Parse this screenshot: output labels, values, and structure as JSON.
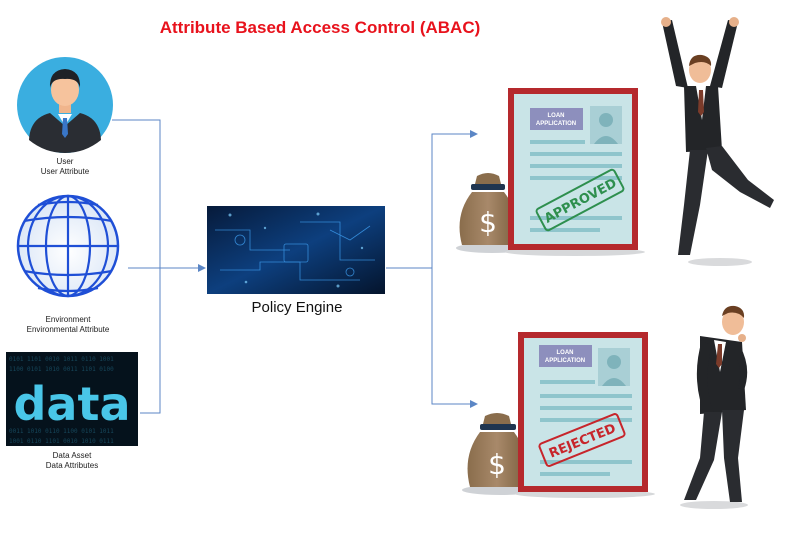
{
  "title": "Attribute Based Access Control (ABAC)",
  "user": {
    "title": "User",
    "subtitle": "User Attribute"
  },
  "environment": {
    "title": "Environment",
    "subtitle": "Environmental Attribute"
  },
  "data_asset": {
    "image_word": "data",
    "title": "Data Asset",
    "subtitle": "Data Attributes"
  },
  "policy_engine": {
    "label": "Policy Engine"
  },
  "approved_card": {
    "header_line1": "LOAN",
    "header_line2": "APPLICATION",
    "stamp": "APPROVED"
  },
  "rejected_card": {
    "header_line1": "LOAN",
    "header_line2": "APPLICATION",
    "stamp": "REJECTED"
  },
  "colors": {
    "title": "#e8121c",
    "arrow": "#5b86c5",
    "card_border": "#b5292d",
    "card_bg": "#c9e4e7",
    "stamp_green": "#2e8f4e",
    "stamp_red": "#c7252b"
  }
}
